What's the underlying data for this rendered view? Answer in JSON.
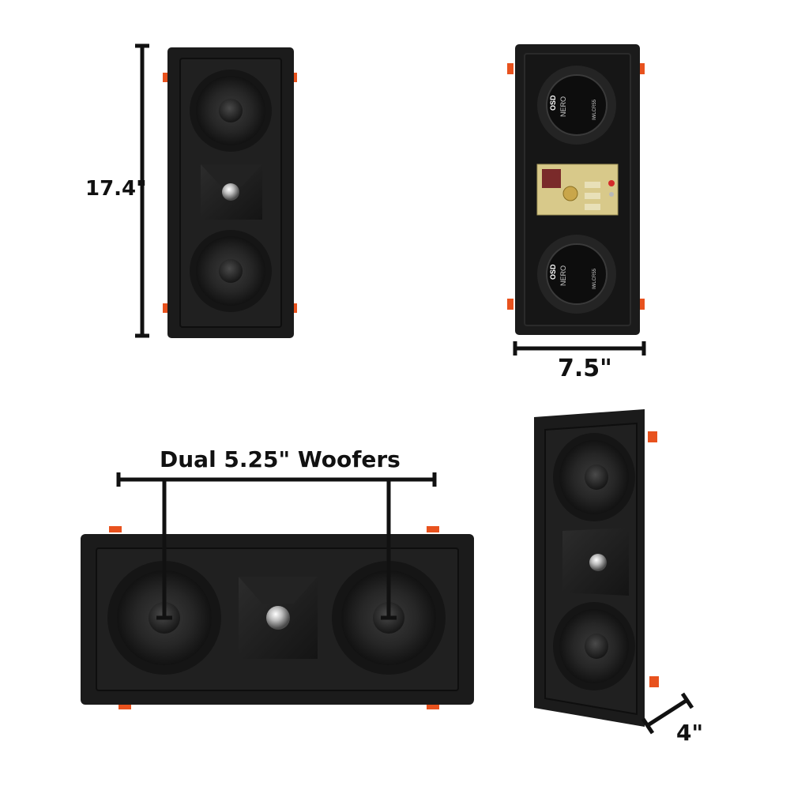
{
  "labels": {
    "height": "17.4\"",
    "width": "7.5\"",
    "woofers": "Dual 5.25\" Woofers",
    "depth": "4\""
  },
  "brand": {
    "logo_text": "OSD",
    "series": "NERO",
    "model": "IWLCR55"
  },
  "colors": {
    "speaker_black": "#1b1b1b",
    "frame_dark": "#111111",
    "clip_orange": "#e8521e",
    "crossover_board": "#d8c98a"
  }
}
